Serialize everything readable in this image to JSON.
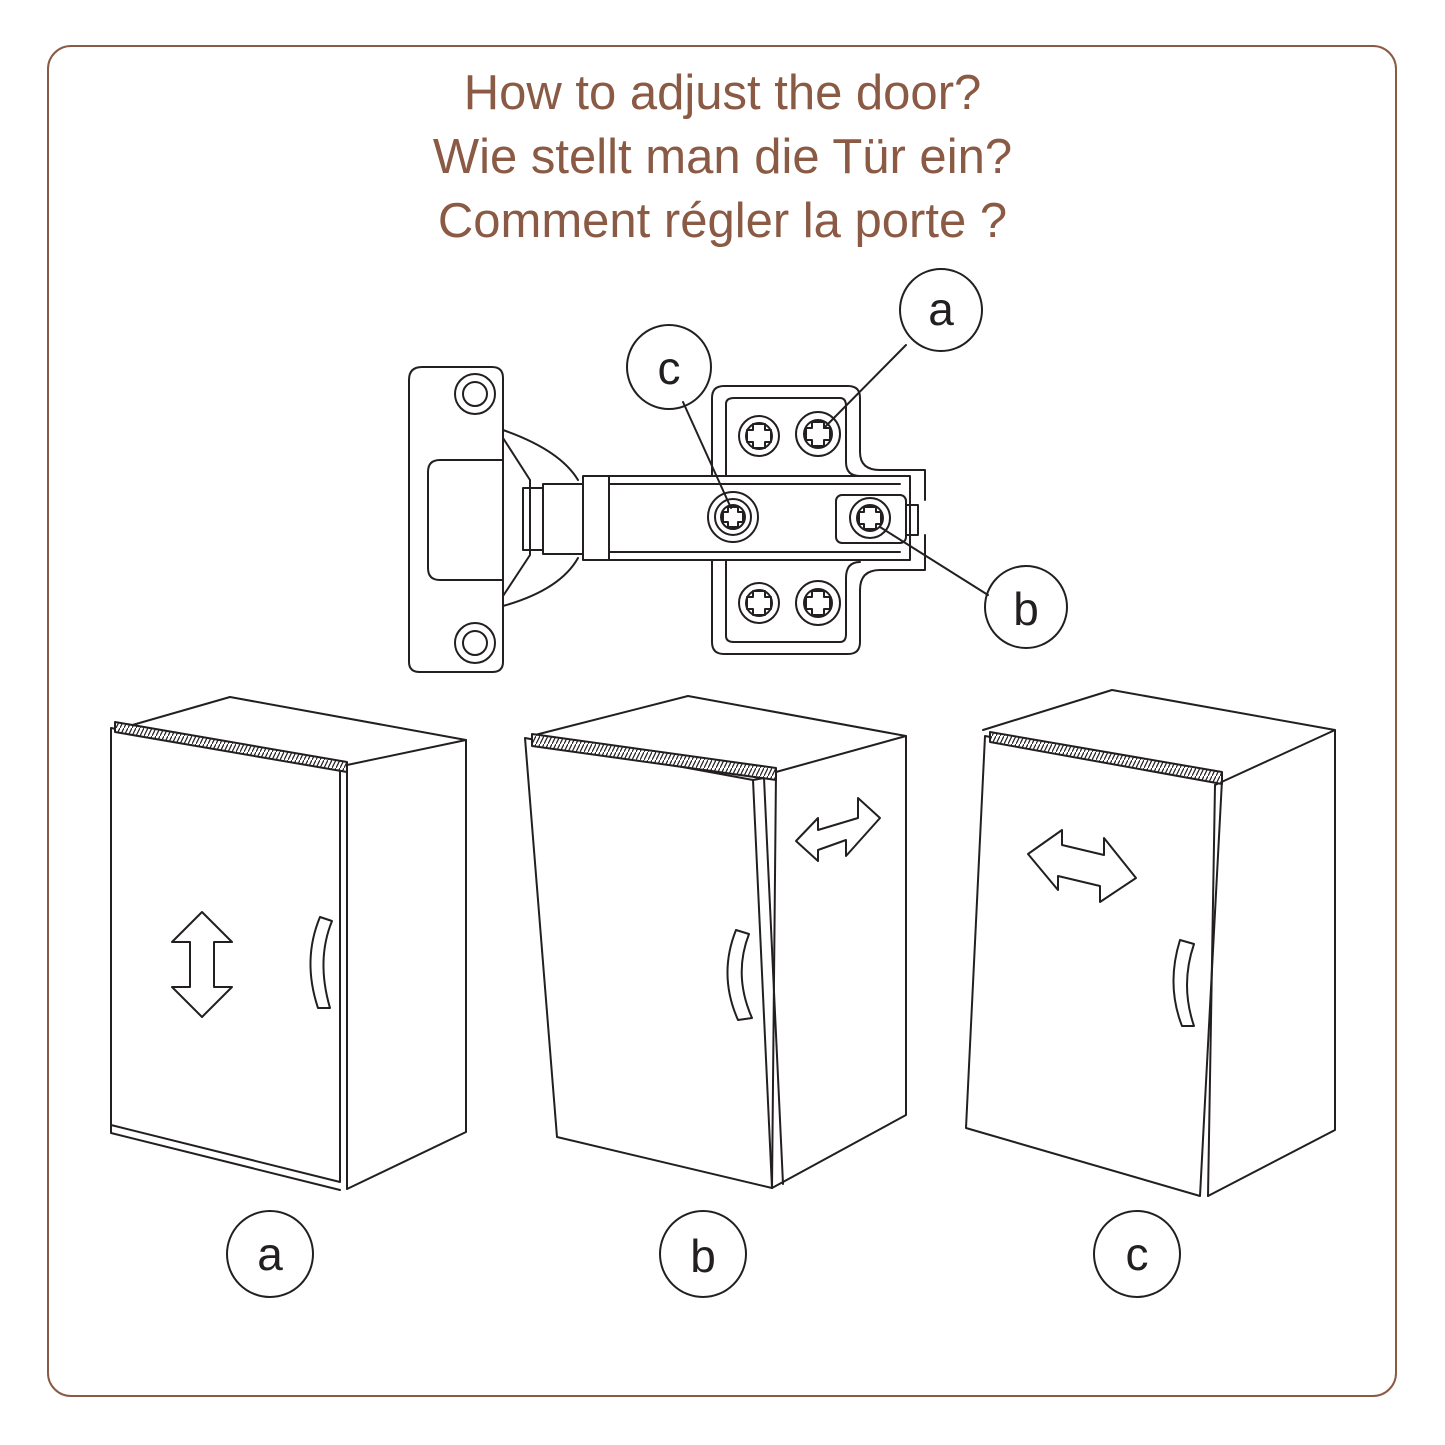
{
  "title": {
    "line1": "How to adjust the door?",
    "line2": "Wie stellt man die Tür ein?",
    "line3": "Comment régler la porte ?"
  },
  "hinge_callouts": {
    "a": "a",
    "b": "b",
    "c": "c"
  },
  "cabinet_labels": {
    "a": "a",
    "b": "b",
    "c": "c"
  },
  "colors": {
    "title": "#8a5a44",
    "frame": "#8a5a44",
    "line": "#231f20"
  }
}
